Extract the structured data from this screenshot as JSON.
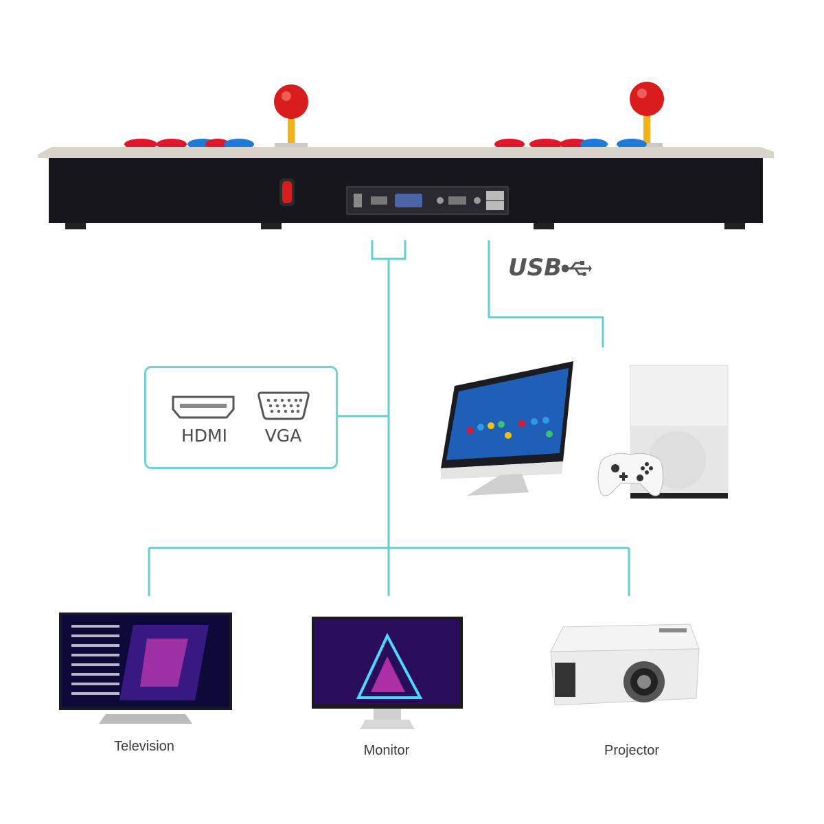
{
  "ports_box": {
    "hdmi_label": "HDMI",
    "vga_label": "VGA"
  },
  "usb": {
    "label": "USB",
    "icon": "usb-icon"
  },
  "devices": {
    "television": "Television",
    "monitor": "Monitor",
    "projector": "Projector"
  },
  "colors": {
    "connector_line": "#5fcfcf",
    "joystick_ball": "#d91c1c",
    "button_red": "#e0162b",
    "button_blue": "#1f7bd6",
    "console_body": "#16161c"
  }
}
